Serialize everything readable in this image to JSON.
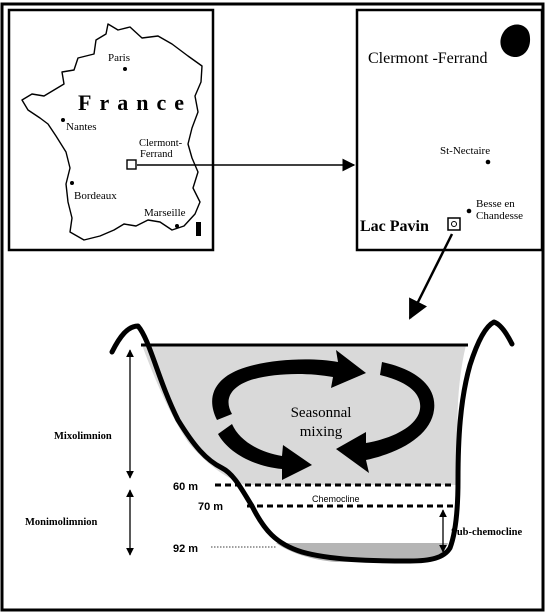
{
  "france_map": {
    "country_label": "France",
    "cities": {
      "paris": "Paris",
      "nantes": "Nantes",
      "clermont_line1": "Clermont-",
      "clermont_line2": "Ferrand",
      "bordeaux": "Bordeaux",
      "marseille": "Marseille"
    }
  },
  "regional_map": {
    "clermont_ferrand": "Clermont -Ferrand",
    "st_nectaire": "St-Nectaire",
    "besse_line1": "Besse en",
    "besse_line2": "Chandesse",
    "lac_pavin": "Lac Pavin"
  },
  "lake_profile": {
    "mixing_line1": "Seasonnal",
    "mixing_line2": "mixing",
    "mixolimnion": "Mixolimnion",
    "monimolimnion": "Monimolimnion",
    "chemocline": "Chemocline",
    "sub_chemocline": "Sub-chemocline",
    "depth_60": "60 m",
    "depth_70": "70 m",
    "depth_92": "92 m"
  },
  "colors": {
    "ink": "#000000",
    "water": "#d9d9d9",
    "sediment": "#b5b5b5",
    "background": "#ffffff"
  }
}
